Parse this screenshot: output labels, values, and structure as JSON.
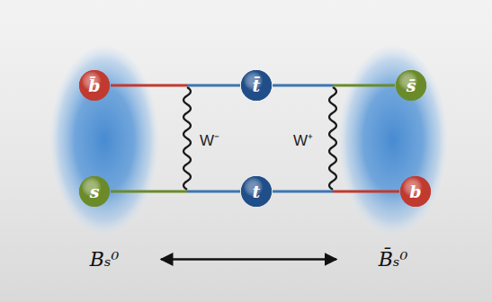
{
  "diagram": {
    "nodes": [
      {
        "text": [
          "Bₛ⁰"
        ]
      },
      {
        "text": [
          "b̄"
        ],
        "in": 0
      },
      {
        "text": [
          "s"
        ],
        "in": 0
      },
      {
        "text": [
          "t̄"
        ]
      },
      {
        "text": [
          "t"
        ]
      },
      {
        "text": [
          "B̄ₛ⁰"
        ]
      },
      {
        "text": [
          "s̄"
        ],
        "in": 5
      },
      {
        "text": [
          "b"
        ],
        "in": 5
      }
    ],
    "edges": [
      {
        "from": 1,
        "to": 3,
        "arrow": "none"
      },
      {
        "from": 3,
        "to": 6,
        "arrow": "none"
      },
      {
        "from": 2,
        "to": 4,
        "arrow": "none"
      },
      {
        "from": 4,
        "to": 7,
        "arrow": "none"
      },
      {
        "from": 0,
        "to": 5,
        "arrow": "both"
      }
    ],
    "labels": [
      "W⁻",
      "W⁺"
    ]
  }
}
